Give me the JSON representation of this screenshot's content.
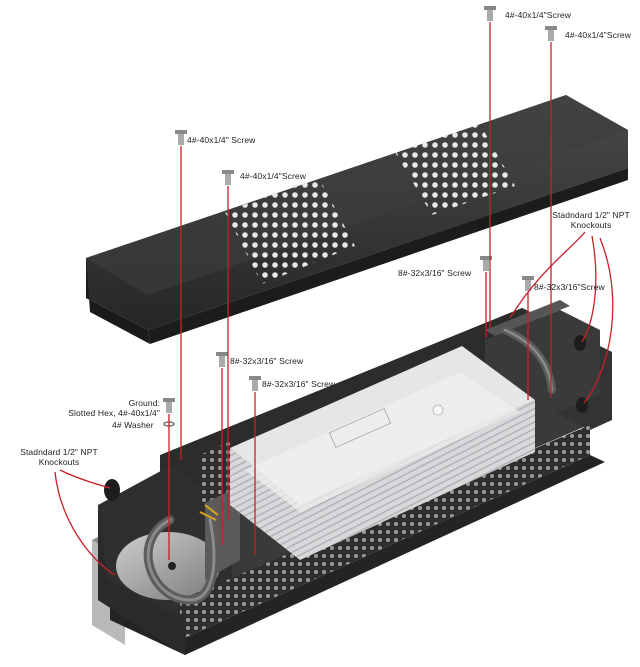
{
  "labels": {
    "screw_top_1": "4#-40x1/4\"Screw",
    "screw_top_2": "4#-40x1/4\"Screw",
    "screw_cover_1": "4#-40x1/4\" Screw",
    "screw_cover_2": "4#-40x1/4\"Screw",
    "knockouts_right_line1": "Stadndard 1/2\" NPT",
    "knockouts_right_line2": "Knockouts",
    "screw_8_1": "8#-32x3/16\" Screw",
    "screw_8_2": "8#-32x3/16\"Screw",
    "screw_8_3": "8#-32x3/16\" Screw",
    "screw_8_4": "8#-32x3/16\" Screw",
    "ground_line1": "Ground:",
    "ground_line2": "Slotted Hex, 4#-40x1/4\"",
    "washer": "4#  Washer",
    "knockouts_left_line1": "Stadndard 1/2\" NPT",
    "knockouts_left_line2": "Knockouts"
  },
  "colors": {
    "leader": "#c8202a",
    "metal_dark": "#2b2b2b",
    "metal_mid": "#3a3a3a",
    "driver": "#cfd2d4"
  }
}
